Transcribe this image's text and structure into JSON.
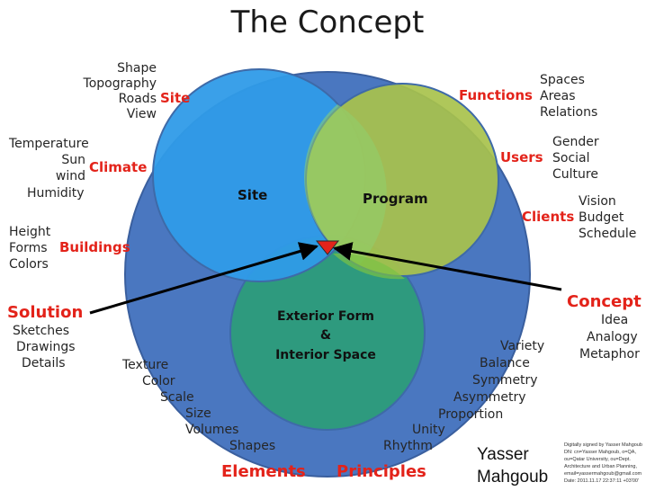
{
  "title": "The Concept",
  "colors": {
    "outer_circle": "#4a77c0",
    "site_circle": "#2f9be8",
    "program_circle": "#a8c24c",
    "exterior_circle": "#2e9a7e",
    "label_red": "#e3231a",
    "marker": "#e3231a"
  },
  "circles": {
    "site": "Site",
    "program": "Program",
    "exterior_line1": "Exterior Form",
    "exterior_line2": "&",
    "exterior_line3": "Interior Space"
  },
  "site_group": {
    "heading": "Site",
    "items": [
      "Shape",
      "Topography",
      "Roads",
      "View"
    ]
  },
  "climate_group": {
    "heading": "Climate",
    "items": [
      "Temperature",
      "Sun",
      "wind",
      "Humidity"
    ]
  },
  "buildings_group": {
    "heading": "Buildings",
    "items": [
      "Height",
      "Forms",
      "Colors"
    ]
  },
  "solution_group": {
    "heading": "Solution",
    "items": [
      "Sketches",
      "Drawings",
      "Details"
    ]
  },
  "functions_group": {
    "heading": "Functions",
    "items": [
      "Spaces",
      "Areas",
      "Relations"
    ]
  },
  "users_group": {
    "heading": "Users",
    "items": [
      "Gender",
      "Social",
      "Culture"
    ]
  },
  "clients_group": {
    "heading": "Clients",
    "items": [
      "Vision",
      "Budget",
      "Schedule"
    ]
  },
  "concept_group": {
    "heading": "Concept",
    "items": [
      "Idea",
      "Analogy",
      "Metaphor"
    ]
  },
  "elements_group": {
    "heading": "Elements",
    "items": [
      "Texture",
      "Color",
      "Scale",
      "Size",
      "Volumes",
      "Shapes"
    ]
  },
  "principles_group": {
    "heading": "Principles",
    "items": [
      "Variety",
      "Balance",
      "Symmetry",
      "Asymmetry",
      "Proportion",
      "Unity",
      "Rhythm"
    ]
  },
  "signature": {
    "name_line1": "Yasser",
    "name_line2": "Mahgoub",
    "detail_lines": [
      "Digitally signed by Yasser Mahgoub",
      "DN: cn=Yasser Mahgoub, o=QA,",
      "ou=Qatar University, ou=Dept.",
      "Architecture and Urban Planning,",
      "email=yassermahgoub@gmail.com",
      "Date: 2011.11.17 22:37:11 +03'00'"
    ]
  }
}
